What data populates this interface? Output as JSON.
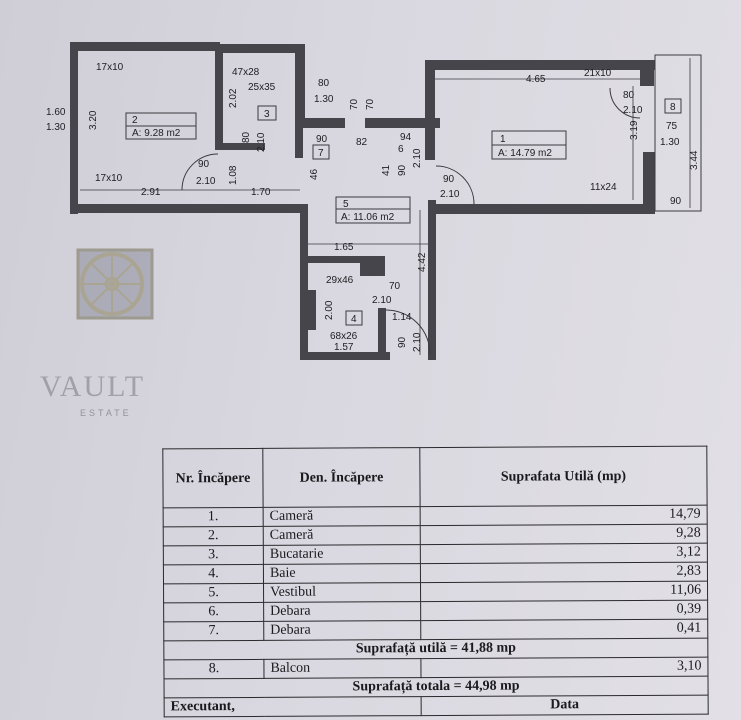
{
  "logo": {
    "text": "VAULT",
    "subtext": "ESTATE"
  },
  "plan": {
    "rooms": [
      {
        "id": "1",
        "area": "A: 14.79 m2"
      },
      {
        "id": "2",
        "area": "A: 9.28 m2"
      },
      {
        "id": "3"
      },
      {
        "id": "4"
      },
      {
        "id": "5",
        "area": "A: 11.06 m2"
      },
      {
        "id": "6"
      },
      {
        "id": "7"
      },
      {
        "id": "8"
      }
    ],
    "dimensions": {
      "d_17x10_top": "17x10",
      "d_1_60": "1.60",
      "d_1_30_l": "1.30",
      "d_3_20": "3.20",
      "d_90_a": "90",
      "d_2_10_a": "2.10",
      "d_17x10": "17x10",
      "d_2_91": "2.91",
      "d_1_08": "1.08",
      "d_1_70": "1.70",
      "d_47x28": "47x28",
      "d_25x35": "25x35",
      "d_2_02": "2.02",
      "d_80_a": "80",
      "d_2_10_b": "2.10",
      "d_80_b": "80",
      "d_1_30_b": "1.30",
      "d_70_a": "70",
      "d_70_b": "70",
      "d_90_b": "90",
      "d_82": "82",
      "d_46": "46",
      "d_94": "94",
      "d_41": "41",
      "d_90_c": "90",
      "d_2_10_c": "2.10",
      "d_4_65": "4.65",
      "d_21x10": "21x10",
      "d_80_c": "80",
      "d_2_10_d": "2.10",
      "d_3_19": "3.19",
      "d_75": "75",
      "d_1_30_c": "1.30",
      "d_3_44": "3.44",
      "d_90_d": "90",
      "d_2_10_e": "2.10",
      "d_11x24": "11x24",
      "d_90_e": "90",
      "d_1_65": "1.65",
      "d_4_42": "4.42",
      "d_29x46": "29x46",
      "d_70_c": "70",
      "d_2_10_f": "2.10",
      "d_1_14": "1.14",
      "d_2_00": "2.00",
      "d_68x26": "68x26",
      "d_1_57": "1.57",
      "d_90_f": "90",
      "d_2_10_g": "2.10"
    }
  },
  "table": {
    "headers": [
      "Nr. Încăpere",
      "Den. Încăpere",
      "Suprafata Utilă (mp)"
    ],
    "rows": [
      {
        "nr": "1.",
        "name": "Cameră",
        "area": "14,79"
      },
      {
        "nr": "2.",
        "name": "Cameră",
        "area": "9,28"
      },
      {
        "nr": "3.",
        "name": "Bucatarie",
        "area": "3,12"
      },
      {
        "nr": "4.",
        "name": "Baie",
        "area": "2,83"
      },
      {
        "nr": "5.",
        "name": "Vestibul",
        "area": "11,06"
      },
      {
        "nr": "6.",
        "name": "Debara",
        "area": "0,39"
      },
      {
        "nr": "7.",
        "name": "Debara",
        "area": "0,41"
      }
    ],
    "useful_total": "Suprafață utilă = 41,88 mp",
    "balcony": {
      "nr": "8.",
      "name": "Balcon",
      "area": "3,10"
    },
    "grand_total": "Suprafață totala = 44,98 mp",
    "executant": "Executant,",
    "date": "Data"
  }
}
